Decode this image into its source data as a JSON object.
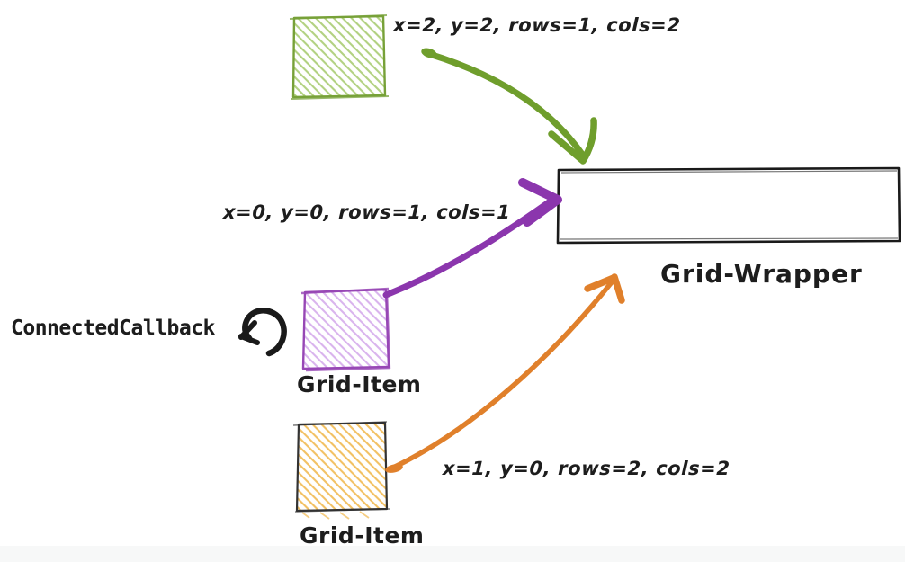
{
  "diagram": {
    "annotations": {
      "green": "x=2, y=2, rows=1, cols=2",
      "purple": "x=0, y=0, rows=1, cols=1",
      "orange": "x=1, y=0, rows=2, cols=2"
    },
    "labels": {
      "wrapper": "Grid-Wrapper",
      "purple_item": "Grid-Item",
      "orange_item": "Grid-Item",
      "callback": "ConnectedCallback"
    },
    "palette": {
      "green_stroke": "#77a138",
      "green_hatch": "#aecf7a",
      "green_arrow": "#6f9e2c",
      "purple_stroke": "#9747b5",
      "purple_hatch": "#d9b4ed",
      "purple_arrow": "#8b36ad",
      "orange_border": "#333333",
      "orange_hatch": "#f2c164",
      "orange_arrow": "#e0802b",
      "ink": "#1a1a1a"
    }
  }
}
